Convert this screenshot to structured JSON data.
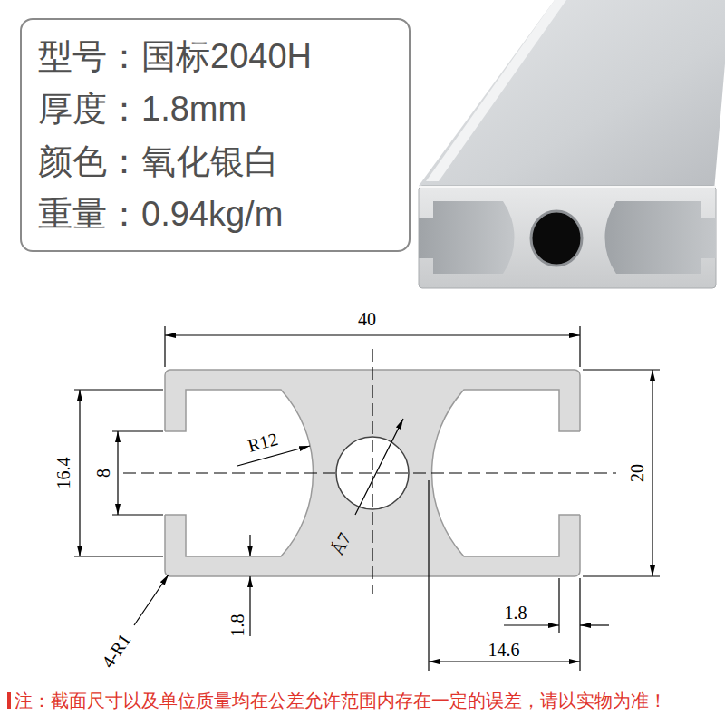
{
  "diagram": {
    "nodes": [
      {
        "text": [
          "型号：国标2040H",
          "厚度：1.8mm",
          "颜色：氧化银白",
          "重量：0.94kg/m"
        ]
      }
    ],
    "labels": [
      "40",
      "20",
      "16.4",
      "8",
      "R12",
      "Ă7",
      "4-R1",
      "1.8",
      "1.8",
      "14.6",
      "注：截面尺寸以及单位质量均在公差允许范围内存在一定的误差，请以实物为准！"
    ]
  }
}
